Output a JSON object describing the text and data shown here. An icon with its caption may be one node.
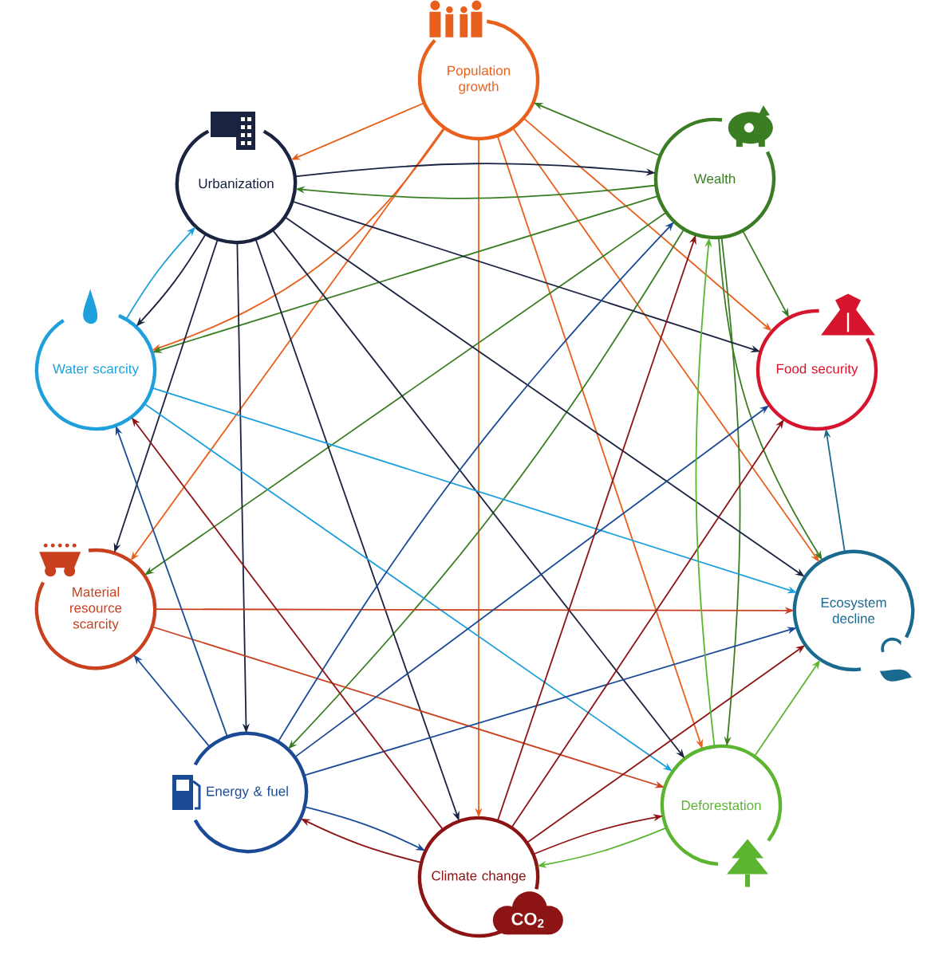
{
  "diagram": {
    "nodes": [
      {
        "text": [
          "Population growth"
        ]
      },
      {
        "text": [
          "Urbanization"
        ]
      },
      {
        "text": [
          "Wealth"
        ]
      },
      {
        "text": [
          "Water scarcity"
        ]
      },
      {
        "text": [
          "Food security"
        ]
      },
      {
        "text": [
          "Material resource scarcity"
        ]
      },
      {
        "text": [
          "Ecosystem decline"
        ]
      },
      {
        "text": [
          "Energy & fuel"
        ]
      },
      {
        "text": [
          "Deforestation"
        ]
      },
      {
        "text": [
          "Climate change"
        ]
      }
    ],
    "edges": [
      {
        "from": 0,
        "to": 1,
        "arrow": "to",
        "color": "#e8601c"
      },
      {
        "from": 0,
        "to": 4,
        "arrow": "to",
        "color": "#e8601c"
      },
      {
        "from": 0,
        "to": 3,
        "arrow": "to",
        "color": "#e8601c"
      },
      {
        "from": 0,
        "to": 5,
        "arrow": "to",
        "color": "#e8601c"
      },
      {
        "from": 0,
        "to": 9,
        "arrow": "to",
        "color": "#e8601c"
      },
      {
        "from": 0,
        "to": 8,
        "arrow": "to",
        "color": "#e8601c"
      },
      {
        "from": 0,
        "to": 6,
        "arrow": "to",
        "color": "#e8601c"
      },
      {
        "from": 2,
        "to": 0,
        "arrow": "to",
        "color": "#3a7d23"
      },
      {
        "from": 2,
        "to": 1,
        "arrow": "to",
        "color": "#3a7d23"
      },
      {
        "from": 2,
        "to": 4,
        "arrow": "to",
        "color": "#3a7d23"
      },
      {
        "from": 2,
        "to": 3,
        "arrow": "to",
        "color": "#3a7d23"
      },
      {
        "from": 2,
        "to": 5,
        "arrow": "to",
        "color": "#3a7d23"
      },
      {
        "from": 2,
        "to": 7,
        "arrow": "to",
        "color": "#3a7d23"
      },
      {
        "from": 2,
        "to": 8,
        "arrow": "to",
        "color": "#3a7d23"
      },
      {
        "from": 2,
        "to": 6,
        "arrow": "to",
        "color": "#3a7d23"
      },
      {
        "from": 1,
        "to": 2,
        "arrow": "to",
        "color": "#1a2340"
      },
      {
        "from": 1,
        "to": 3,
        "arrow": "to",
        "color": "#1a2340"
      },
      {
        "from": 1,
        "to": 4,
        "arrow": "to",
        "color": "#1a2340"
      },
      {
        "from": 1,
        "to": 5,
        "arrow": "to",
        "color": "#1a2340"
      },
      {
        "from": 1,
        "to": 7,
        "arrow": "to",
        "color": "#1a2340"
      },
      {
        "from": 1,
        "to": 9,
        "arrow": "to",
        "color": "#1a2340"
      },
      {
        "from": 1,
        "to": 6,
        "arrow": "to",
        "color": "#1a2340"
      },
      {
        "from": 1,
        "to": 8,
        "arrow": "to",
        "color": "#1a2340"
      },
      {
        "from": 3,
        "to": 1,
        "arrow": "to",
        "color": "#1ea0dc"
      },
      {
        "from": 3,
        "to": 6,
        "arrow": "to",
        "color": "#1ea0dc"
      },
      {
        "from": 3,
        "to": 8,
        "arrow": "to",
        "color": "#1ea0dc"
      },
      {
        "from": 5,
        "to": 6,
        "arrow": "to",
        "color": "#c8401e"
      },
      {
        "from": 5,
        "to": 8,
        "arrow": "to",
        "color": "#c8401e"
      },
      {
        "from": 7,
        "to": 5,
        "arrow": "to",
        "color": "#1a4a96"
      },
      {
        "from": 7,
        "to": 2,
        "arrow": "to",
        "color": "#1a4a96"
      },
      {
        "from": 7,
        "to": 9,
        "arrow": "to",
        "color": "#1a4a96"
      },
      {
        "from": 7,
        "to": 6,
        "arrow": "to",
        "color": "#1a4a96"
      },
      {
        "from": 7,
        "to": 3,
        "arrow": "to",
        "color": "#1a4a96"
      },
      {
        "from": 7,
        "to": 4,
        "arrow": "to",
        "color": "#1a4a96"
      },
      {
        "from": 9,
        "to": 7,
        "arrow": "to",
        "color": "#8c1414"
      },
      {
        "from": 9,
        "to": 2,
        "arrow": "to",
        "color": "#8c1414"
      },
      {
        "from": 9,
        "to": 4,
        "arrow": "to",
        "color": "#8c1414"
      },
      {
        "from": 9,
        "to": 6,
        "arrow": "to",
        "color": "#8c1414"
      },
      {
        "from": 9,
        "to": 8,
        "arrow": "to",
        "color": "#8c1414"
      },
      {
        "from": 9,
        "to": 3,
        "arrow": "to",
        "color": "#8c1414"
      },
      {
        "from": 8,
        "to": 2,
        "arrow": "to",
        "color": "#5bb530"
      },
      {
        "from": 8,
        "to": 9,
        "arrow": "to",
        "color": "#5bb530"
      },
      {
        "from": 8,
        "to": 6,
        "arrow": "to",
        "color": "#5bb530"
      },
      {
        "from": 6,
        "to": 4,
        "arrow": "to",
        "color": "#1a6a8f"
      }
    ],
    "labels": [
      "CO$_{2}$"
    ]
  }
}
